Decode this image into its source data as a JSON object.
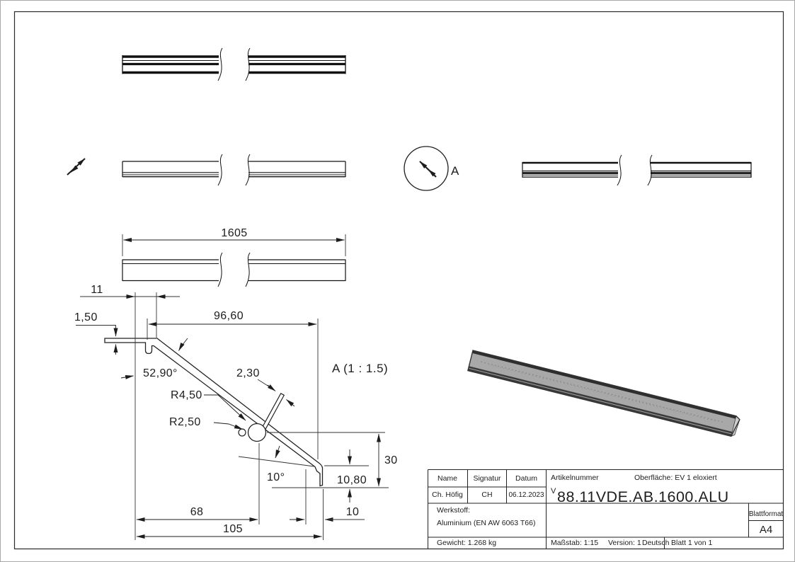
{
  "sheet": {
    "detail_marker": "A",
    "detail_title": "A (1 : 1.5)"
  },
  "dims": {
    "length": "1605",
    "top_offset": "11",
    "thickness": "1,50",
    "slope_width": "96,60",
    "slope_angle": "52,90°",
    "tab_thickness": "2,30",
    "radius_outer": "R4,50",
    "radius_inner": "R2,50",
    "lip_angle": "10°",
    "lip_height": "10,80",
    "height": "30",
    "width_68": "68",
    "width_105": "105",
    "lip_width": "10"
  },
  "title_block": {
    "name_label": "Name",
    "signature_label": "Signatur",
    "date_label": "Datum",
    "name": "Ch. Höfig",
    "signature": "CH",
    "date": "06.12.2023",
    "article_label": "Artikelnummer",
    "surface": "Oberfläche:  EV 1 eloxiert",
    "article_prefix": "V",
    "article_number": "88.11VDE.AB.1600.ALU",
    "material_label": "Werkstoff:",
    "material": "Aluminium (EN AW 6063 T66)",
    "weight": "Gewicht: 1.268 kg",
    "scale": "Maßstab: 1:15",
    "version": "Version: 1",
    "language": "Deutsch",
    "sheet_info": "Blatt 1 von 1",
    "format_label": "Blattformat",
    "format": "A4"
  },
  "colors": {
    "line": "#222222",
    "render_face": "#a8a8a8",
    "render_edge_top": "#2e2e2e",
    "render_edge_bottom": "#3b3b3b"
  }
}
